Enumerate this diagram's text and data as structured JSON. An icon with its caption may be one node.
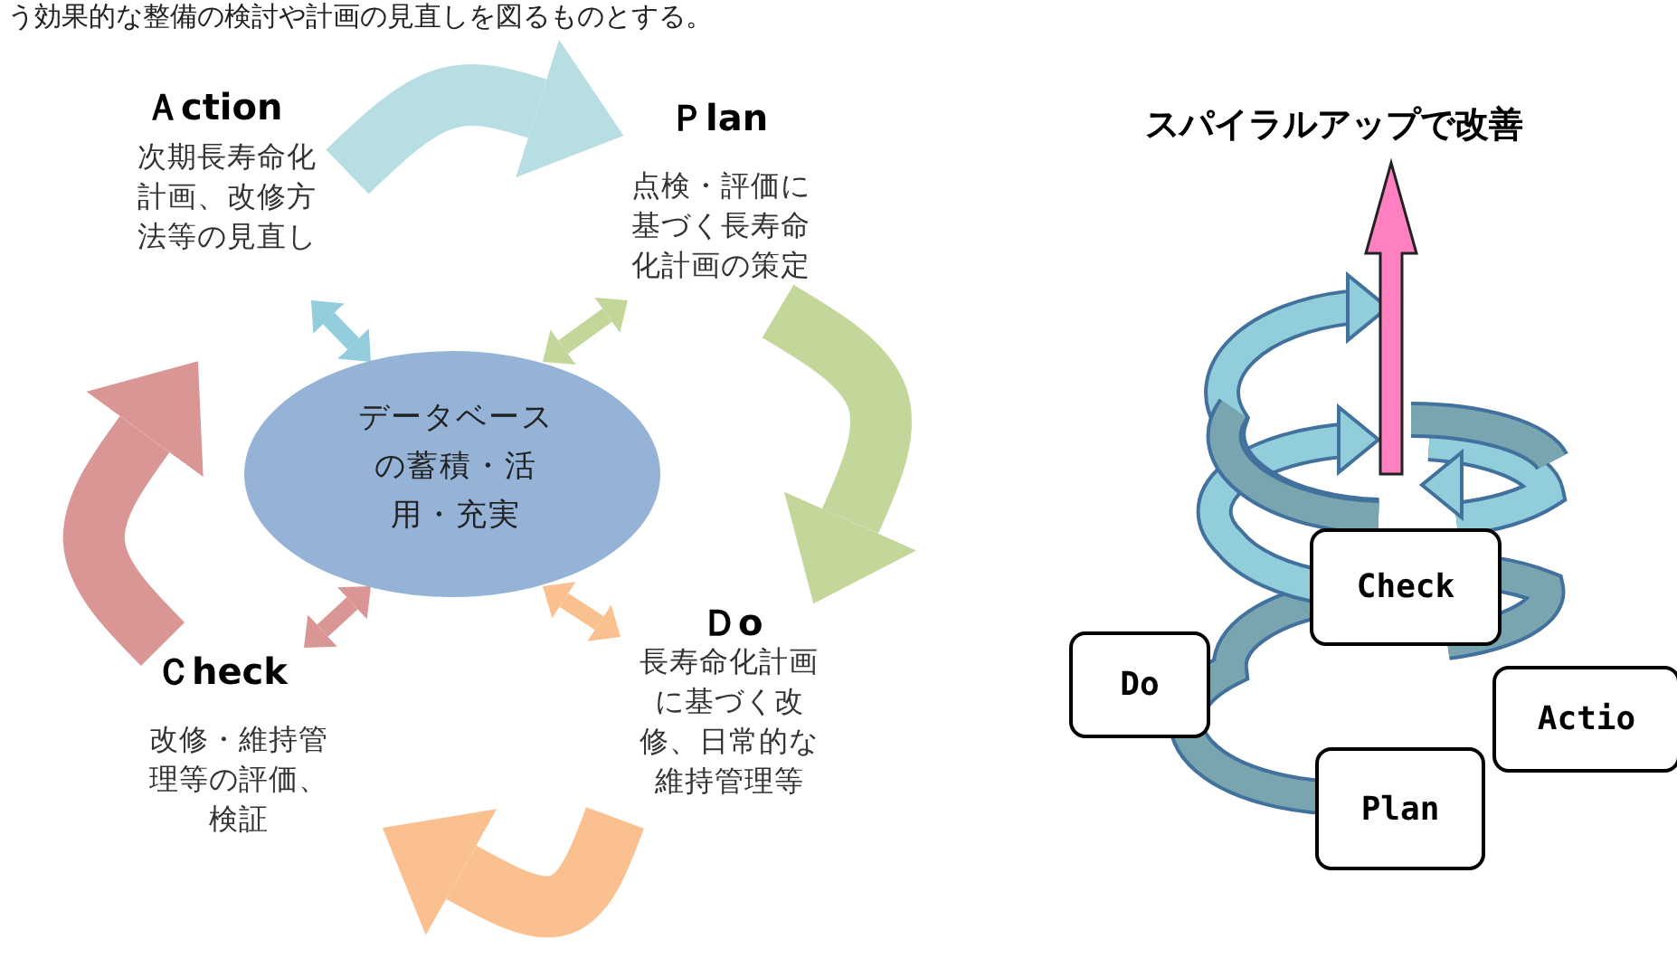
{
  "diagram": {
    "nodes": [
      {
        "text": [
          "Ａction",
          "次期長寿命化計画、改修方法等の見直し"
        ]
      },
      {
        "text": [
          "Ｐlan",
          "点検・評価に基づく長寿命化計画の策定"
        ]
      },
      {
        "text": [
          "Ｄo",
          "長寿命化計画に基づく改修、日常的な維持管理等"
        ]
      },
      {
        "text": [
          "Ｃheck",
          "改修・維持管理等の評価、検証"
        ]
      },
      {
        "text": [
          "データベースの蓄積・活用・充実"
        ]
      },
      {
        "text": [
          "Check"
        ]
      },
      {
        "text": [
          "Do"
        ]
      },
      {
        "text": [
          "Actio"
        ]
      },
      {
        "text": [
          "Plan"
        ]
      }
    ],
    "edges": [
      {
        "from": 0,
        "to": 1,
        "arrow": "to",
        "style": "thick",
        "color": "#b7dee2"
      },
      {
        "from": 1,
        "to": 2,
        "arrow": "to",
        "style": "thick",
        "color": "#c4d79b"
      },
      {
        "from": 2,
        "to": 3,
        "arrow": "to",
        "style": "thick",
        "color": "#fac090"
      },
      {
        "from": 3,
        "to": 0,
        "arrow": "to",
        "style": "thick",
        "color": "#d99694"
      },
      {
        "from": 4,
        "to": 0,
        "arrow": "both",
        "color": "#93cddd"
      },
      {
        "from": 4,
        "to": 1,
        "arrow": "both",
        "color": "#c4d79b"
      },
      {
        "from": 4,
        "to": 3,
        "arrow": "both",
        "color": "#d99694"
      },
      {
        "from": 4,
        "to": 2,
        "arrow": "both",
        "color": "#fac090"
      }
    ],
    "labels": [
      "う効果的な整備の検討や計画の見直しを図るものとする。",
      "スパイラルアップで改善"
    ]
  }
}
